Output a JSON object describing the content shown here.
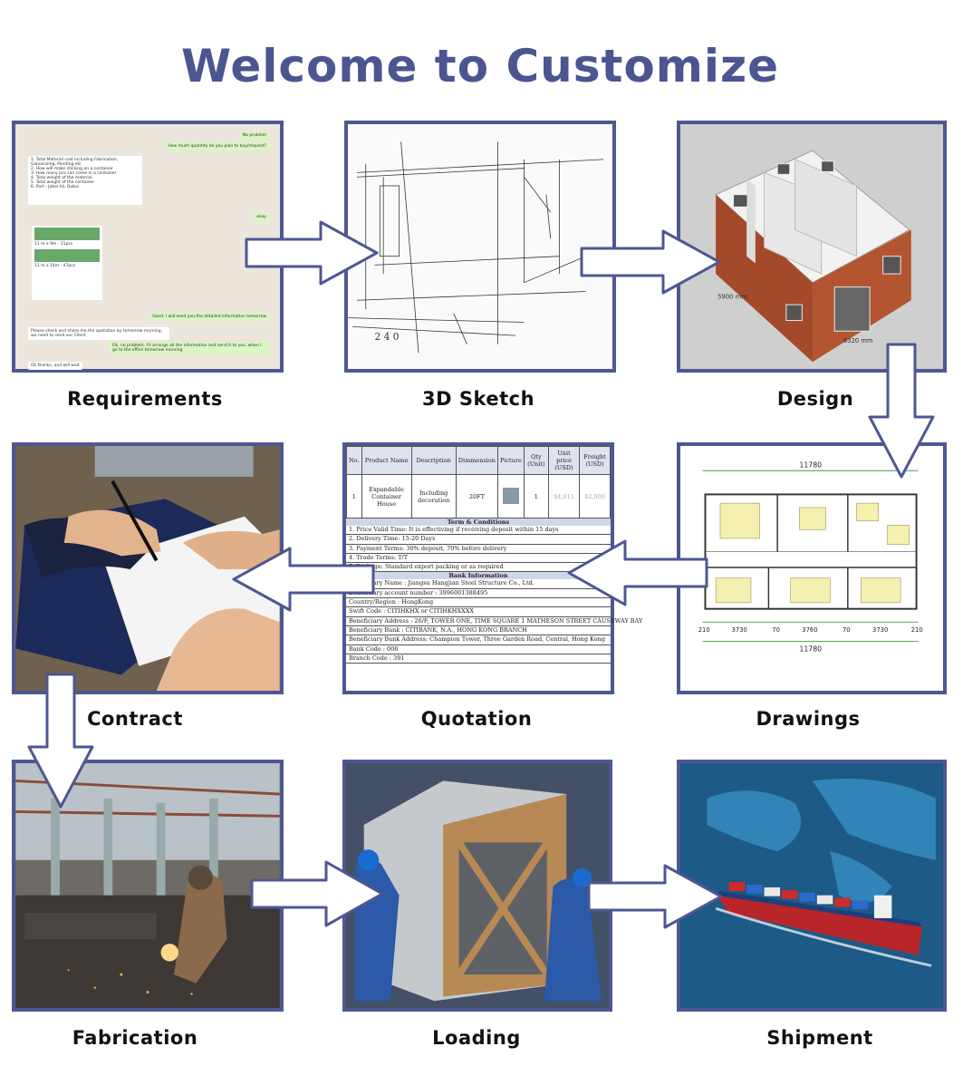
{
  "title": "Welcome to Customize",
  "steps": {
    "requirements": "Requirements",
    "sketch": "3D Sketch",
    "design": "Design",
    "contract": "Contract",
    "quotation": "Quotation",
    "drawings": "Drawings",
    "fabrication": "Fabrication",
    "loading": "Loading",
    "shipment": "Shipment"
  },
  "sketch_note": "2 4 0",
  "design_dims": {
    "width": "5900 mm",
    "length": "6320 mm"
  },
  "drawings_dims": {
    "total_top": "11780",
    "total_bottom": "11780",
    "segments": [
      "210",
      "3730",
      "70",
      "3760",
      "70",
      "3730",
      "210"
    ]
  },
  "quotation": {
    "headers": [
      "No.",
      "Product Name",
      "Description",
      "Dimmension",
      "Picture",
      "Qty (Unit)",
      "Unit price (USD)",
      "Freight (USD)"
    ],
    "row": [
      "1",
      "Expandable Container House",
      "Including decoration",
      "20FT",
      "",
      "1",
      "$4,611",
      "$2,000"
    ],
    "terms_title": "Term & Conditions",
    "terms": [
      "1. Price Valid Time:  It is effectiving  if receiving deposit within 15 days",
      "2. Delivery Time:  15-20 Days",
      "3. Payment Terms: 30% deposit, 70% before delivery",
      "4. Trade Terms:  T/T",
      "5. Package:  Standard export packing or as required"
    ],
    "bank_title": "Bank Information",
    "bank": [
      "Beneficiary Name :   Jiangsu Hangjian Steel Structure Co., Ltd.",
      "Beneficiary account number :   3996001388495",
      "Country/Region :   HongKong",
      "Swift Code :   CITIHKHX or CITIHKHXXXX",
      "Beneficiary Address :   26/F, TOWER ONE, TIME SQUARE 1 MATHESON STREET CAUSEWAY BAY",
      "Beneficiary Bank :   CITIBANK, N.A., HONG KONG BRANCH",
      "Beneficiary Bank Address:   Champion Tower, Three Garden Road, Central, Hong Kong",
      "Bank Code :   006",
      "Branch Code :   391"
    ]
  },
  "chat": {
    "m1": "No problem",
    "m2": "How much quantity do you plan to buy/request?",
    "m3": "1. Total Material cost including Fabrication, Galvanizing, Painting etc",
    "m4": "2. How will make sticking on a container",
    "m5": "3. How many pcs  can come in a container",
    "m6": "4. Total weight of the material",
    "m7": "5. Total weight of the container",
    "m8": "6. Port - Jebel Ali, Dubai",
    "m9": "okay",
    "m10": "11 m x 9m - 11pcs",
    "m11": "11 m x 14m - 47pcs",
    "m12": "Good. I will send you the detailed information tomorrow",
    "m13": "Please check and share me the quotation by tomorrow morning, we need to send our Client",
    "m14": "Ok, no problem. I'll arrange all the information and send it to you, when I go to the office tomorrow morning",
    "m15": "Ok thanks, and will wait"
  },
  "colors": {
    "accent": "#4a5591",
    "border": "#4e5793",
    "arrow_fill": "#ffffff"
  }
}
